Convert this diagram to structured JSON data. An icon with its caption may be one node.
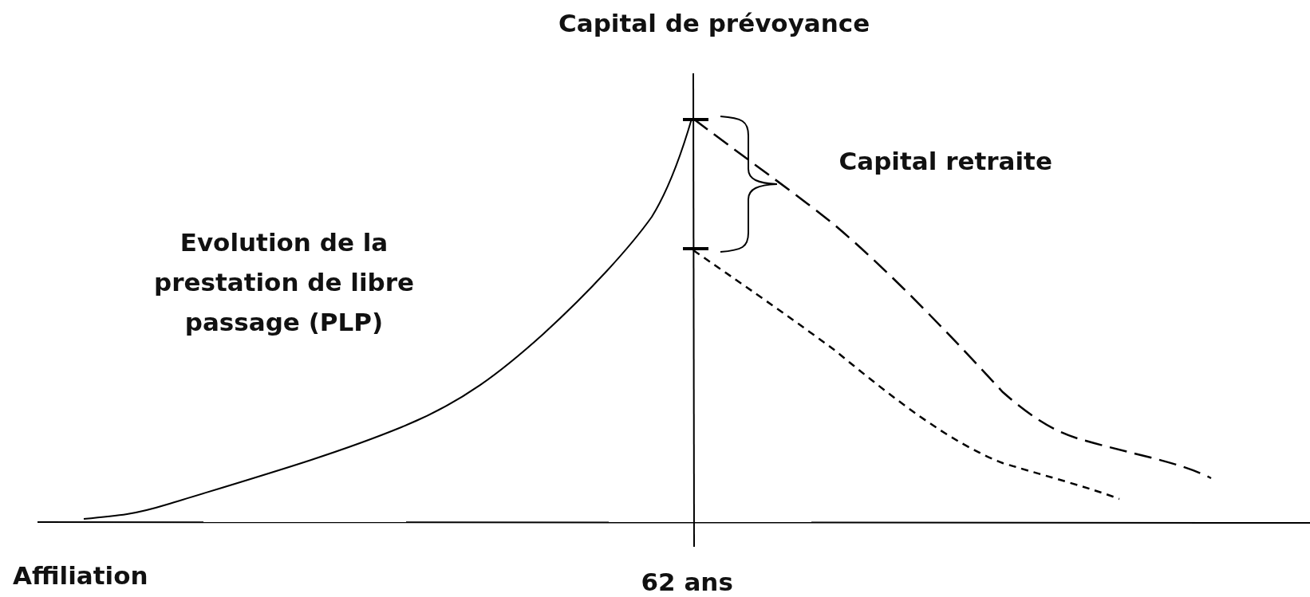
{
  "diagram": {
    "labels": [
      "Capital de prévoyance",
      "Capital retraite",
      "Evolution de la prestation de libre passage (PLP)",
      "Affiliation",
      "62 ans"
    ]
  }
}
